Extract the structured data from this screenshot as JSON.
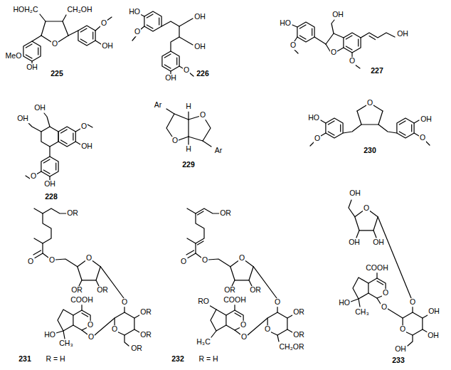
{
  "diagram": {
    "labels": [
      "HOH₂C",
      "CH₂OH",
      "O",
      "O",
      "OH",
      "MeO",
      "OH",
      "225",
      "HO",
      "O",
      "OH",
      "OH",
      "O",
      "OH",
      "226",
      "HO",
      "O",
      "OH",
      "O",
      "O",
      "OH",
      "227",
      "OH",
      "OH",
      "O",
      "OH",
      "O",
      "OH",
      "228",
      "Ar",
      "H",
      "O",
      "O",
      "H",
      "Ar",
      "229",
      "O",
      "HO",
      "O",
      "OH",
      "O",
      "230",
      "OR",
      "O",
      "O",
      "O",
      "OR",
      "OR",
      "COOH",
      "HO",
      "CH₃",
      "O",
      "O",
      "O",
      "O",
      "OR",
      "OR",
      "OR",
      "231",
      "R = H",
      "OR",
      "O",
      "O",
      "O",
      "OR",
      "OR",
      "COOH",
      "RO",
      "H₃C",
      "O",
      "O",
      "O",
      "O",
      "OR",
      "OR",
      "CH₂OR",
      "232",
      "R = H",
      "OH",
      "O",
      "OH",
      "OH",
      "COOH",
      "HO",
      "CH₃",
      "O",
      "O",
      "O",
      "O",
      "OH",
      "OH",
      "OH",
      "233"
    ]
  }
}
